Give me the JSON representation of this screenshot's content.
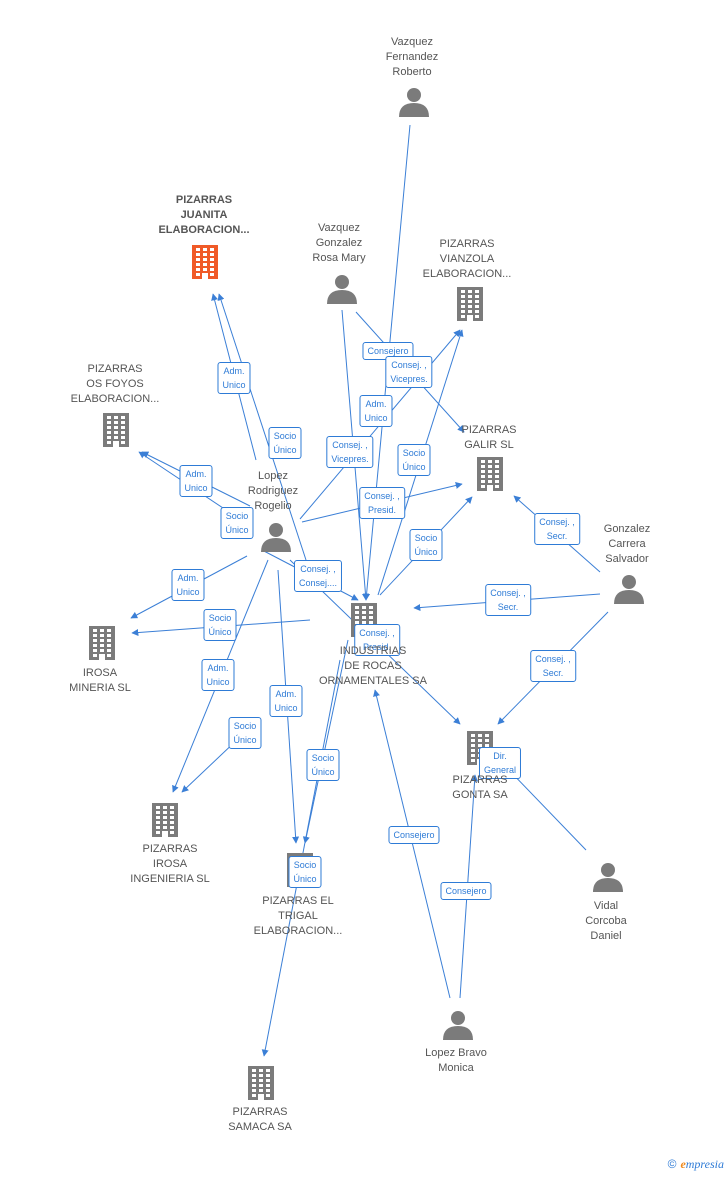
{
  "colors": {
    "edge": "#3b7fd6",
    "node_company": "#7b7b7b",
    "node_focus": "#f05a28",
    "node_person": "#7b7b7b",
    "text": "#555555"
  },
  "nodes": [
    {
      "id": "vfr",
      "type": "person",
      "label": [
        "Vazquez",
        "Fernandez",
        "Roberto"
      ]
    },
    {
      "id": "juanita",
      "type": "company",
      "focus": true,
      "label": [
        "PIZARRAS",
        "JUANITA",
        "ELABORACION..."
      ]
    },
    {
      "id": "vgr",
      "type": "person",
      "label": [
        "Vazquez",
        "Gonzalez",
        "Rosa Mary"
      ]
    },
    {
      "id": "vianzola",
      "type": "company",
      "label": [
        "PIZARRAS",
        "VIANZOLA",
        "ELABORACION..."
      ]
    },
    {
      "id": "foyos",
      "type": "company",
      "label": [
        "PIZARRAS",
        "OS FOYOS",
        "ELABORACION..."
      ]
    },
    {
      "id": "galir",
      "type": "company",
      "label": [
        "PIZARRAS",
        "GALIR SL"
      ]
    },
    {
      "id": "lrr",
      "type": "person",
      "label": [
        "Lopez",
        "Rodriguez",
        "Rogelio"
      ]
    },
    {
      "id": "gcs",
      "type": "person",
      "label": [
        "Gonzalez",
        "Carrera",
        "Salvador"
      ]
    },
    {
      "id": "indurocas",
      "type": "company",
      "label": [
        "INDUSTRIAS",
        "DE ROCAS",
        "ORNAMENTALES SA"
      ]
    },
    {
      "id": "irosa_min",
      "type": "company",
      "label": [
        "IROSA",
        "MINERIA  SL"
      ]
    },
    {
      "id": "gonta",
      "type": "company",
      "label": [
        "PIZARRAS",
        "GONTA SA"
      ]
    },
    {
      "id": "irosa_ing",
      "type": "company",
      "label": [
        "PIZARRAS",
        "IROSA",
        "INGENIERIA  SL"
      ]
    },
    {
      "id": "trigal",
      "type": "company",
      "label": [
        "PIZARRAS EL",
        "TRIGAL",
        "ELABORACION..."
      ]
    },
    {
      "id": "vcd",
      "type": "person",
      "label": [
        "Vidal",
        "Corcoba",
        "Daniel"
      ]
    },
    {
      "id": "lbm",
      "type": "person",
      "label": [
        "Lopez Bravo",
        "Monica"
      ]
    },
    {
      "id": "samaca",
      "type": "company",
      "label": [
        "PIZARRAS",
        "SAMACA SA"
      ]
    }
  ],
  "edges": [
    {
      "from": "vfr",
      "to": "indurocas",
      "label": [
        "Consejero"
      ]
    },
    {
      "from": "vgr",
      "to": "indurocas",
      "label": [
        "Adm.",
        "Unico"
      ]
    },
    {
      "from": "vgr",
      "to": "galir",
      "label": [
        "Consej. ,",
        "Vicepres."
      ]
    },
    {
      "from": "lrr",
      "to": "juanita",
      "label": [
        "Adm.",
        "Unico"
      ]
    },
    {
      "from": "lrr",
      "to": "juanita",
      "label": [
        "Socio",
        "Único"
      ]
    },
    {
      "from": "lrr",
      "to": "vianzola",
      "label": [
        "Consej. ,",
        "Vicepres."
      ]
    },
    {
      "from": "indurocas",
      "to": "vianzola",
      "label": [
        "Socio",
        "Único"
      ]
    },
    {
      "from": "lrr",
      "to": "foyos",
      "label": [
        "Adm.",
        "Unico"
      ]
    },
    {
      "from": "lrr",
      "to": "foyos",
      "label": [
        "Socio",
        "Único"
      ]
    },
    {
      "from": "lrr",
      "to": "galir",
      "label": [
        "Consej. ,",
        "Presid."
      ]
    },
    {
      "from": "indurocas",
      "to": "galir",
      "label": [
        "Socio",
        "Único"
      ]
    },
    {
      "from": "gcs",
      "to": "galir",
      "label": [
        "Consej. ,",
        "Secr."
      ]
    },
    {
      "from": "lrr",
      "to": "indurocas",
      "label": [
        "Consej. ,",
        "Consej...."
      ]
    },
    {
      "from": "gcs",
      "to": "indurocas",
      "label": [
        "Consej. ,",
        "Secr."
      ]
    },
    {
      "from": "lrr",
      "to": "irosa_min",
      "label": [
        "Adm.",
        "Unico"
      ]
    },
    {
      "from": "indurocas",
      "to": "irosa_min",
      "label": [
        "Socio",
        "Único"
      ]
    },
    {
      "from": "lrr",
      "to": "gonta",
      "label": [
        "Consej. ,",
        "Presid."
      ]
    },
    {
      "from": "gcs",
      "to": "gonta",
      "label": [
        "Consej. ,",
        "Secr."
      ]
    },
    {
      "from": "vcd",
      "to": "gonta",
      "label": [
        "Dir.",
        "General"
      ]
    },
    {
      "from": "lrr",
      "to": "irosa_ing",
      "label": [
        "Adm.",
        "Unico"
      ]
    },
    {
      "from": "indurocas",
      "to": "irosa_ing",
      "label": [
        "Socio",
        "Único"
      ]
    },
    {
      "from": "lrr",
      "to": "trigal",
      "label": [
        "Adm.",
        "Unico"
      ]
    },
    {
      "from": "indurocas",
      "to": "trigal",
      "label": [
        "Socio",
        "Único"
      ]
    },
    {
      "from": "indurocas",
      "to": "samaca",
      "label": [
        "Socio",
        "Único"
      ]
    },
    {
      "from": "lbm",
      "to": "indurocas",
      "label": [
        "Consejero"
      ]
    },
    {
      "from": "lbm",
      "to": "gonta",
      "label": [
        "Consejero"
      ]
    }
  ],
  "footer": {
    "copyright": "©",
    "brand_initial": "e",
    "brand_rest": "mpresia"
  }
}
